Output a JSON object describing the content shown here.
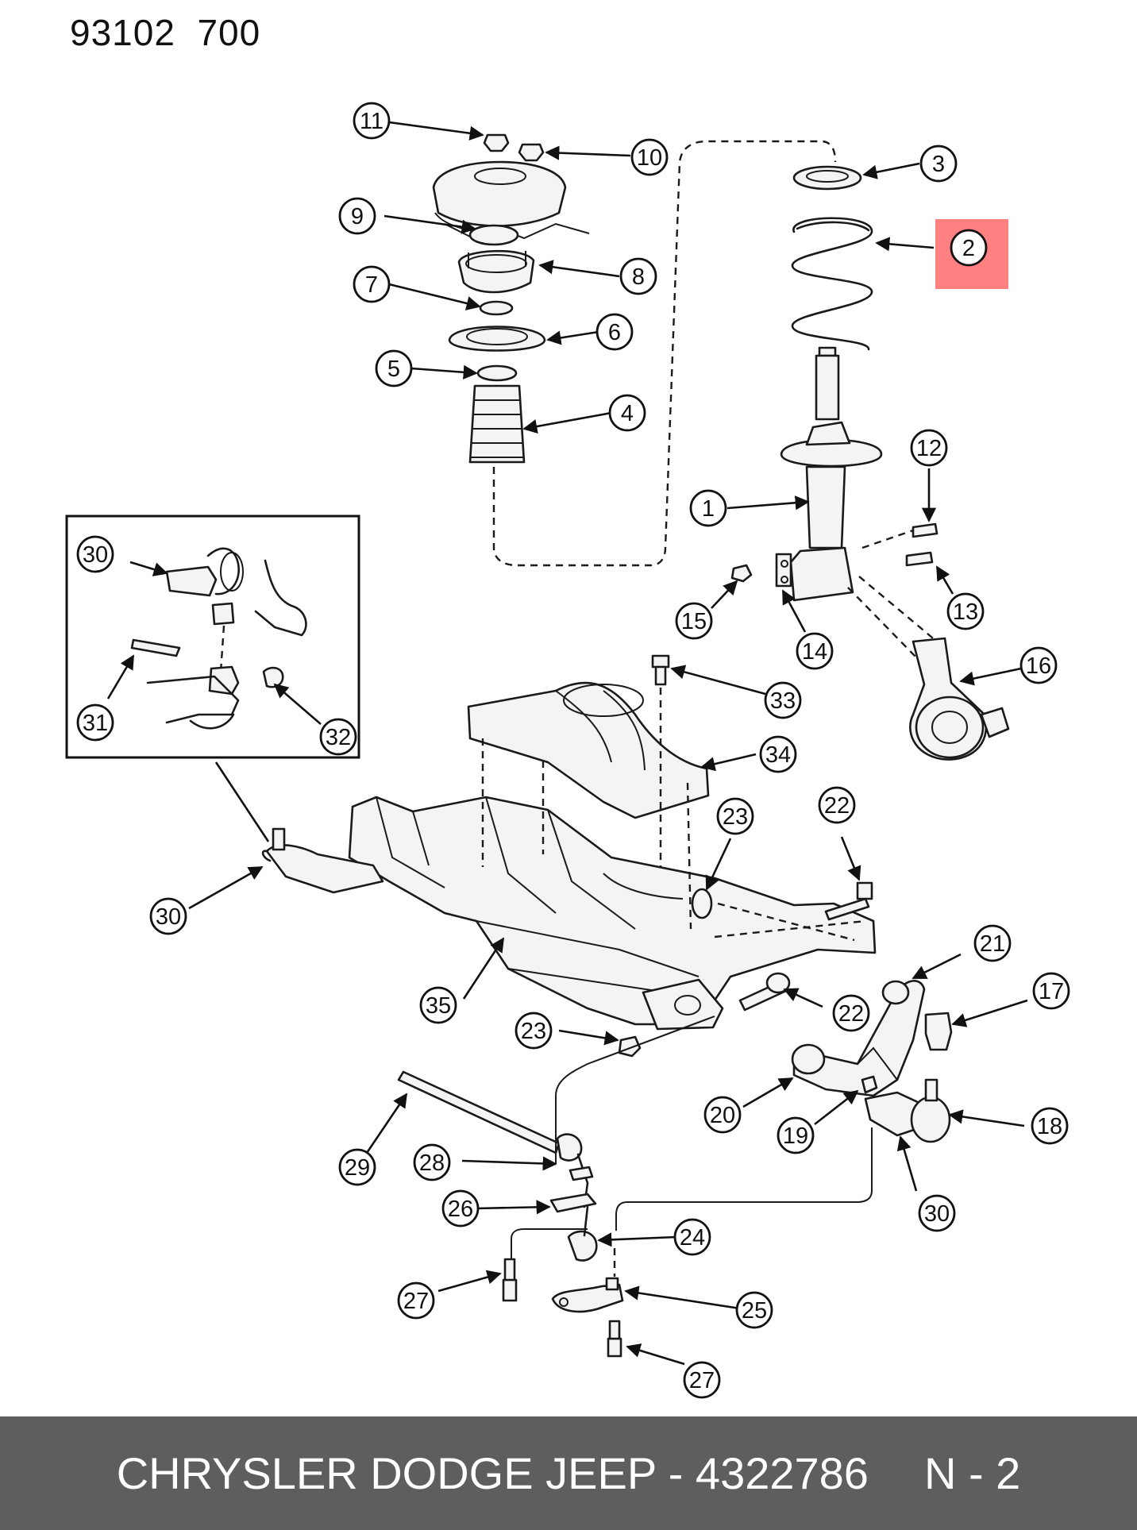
{
  "header": {
    "code": "93102  700"
  },
  "footer": {
    "brand_part": "CHRYSLER DODGE JEEP - 4322786",
    "page": "N - 2"
  },
  "highlight_color": "#ff8080",
  "callouts": [
    "1",
    "2",
    "3",
    "4",
    "5",
    "6",
    "7",
    "8",
    "9",
    "10",
    "11",
    "12",
    "13",
    "14",
    "15",
    "16",
    "17",
    "18",
    "19",
    "20",
    "21",
    "22",
    "22",
    "23",
    "23",
    "24",
    "25",
    "26",
    "27",
    "27",
    "28",
    "29",
    "30",
    "30",
    "30",
    "31",
    "32",
    "33",
    "34",
    "35"
  ],
  "highlighted_callout": "2"
}
